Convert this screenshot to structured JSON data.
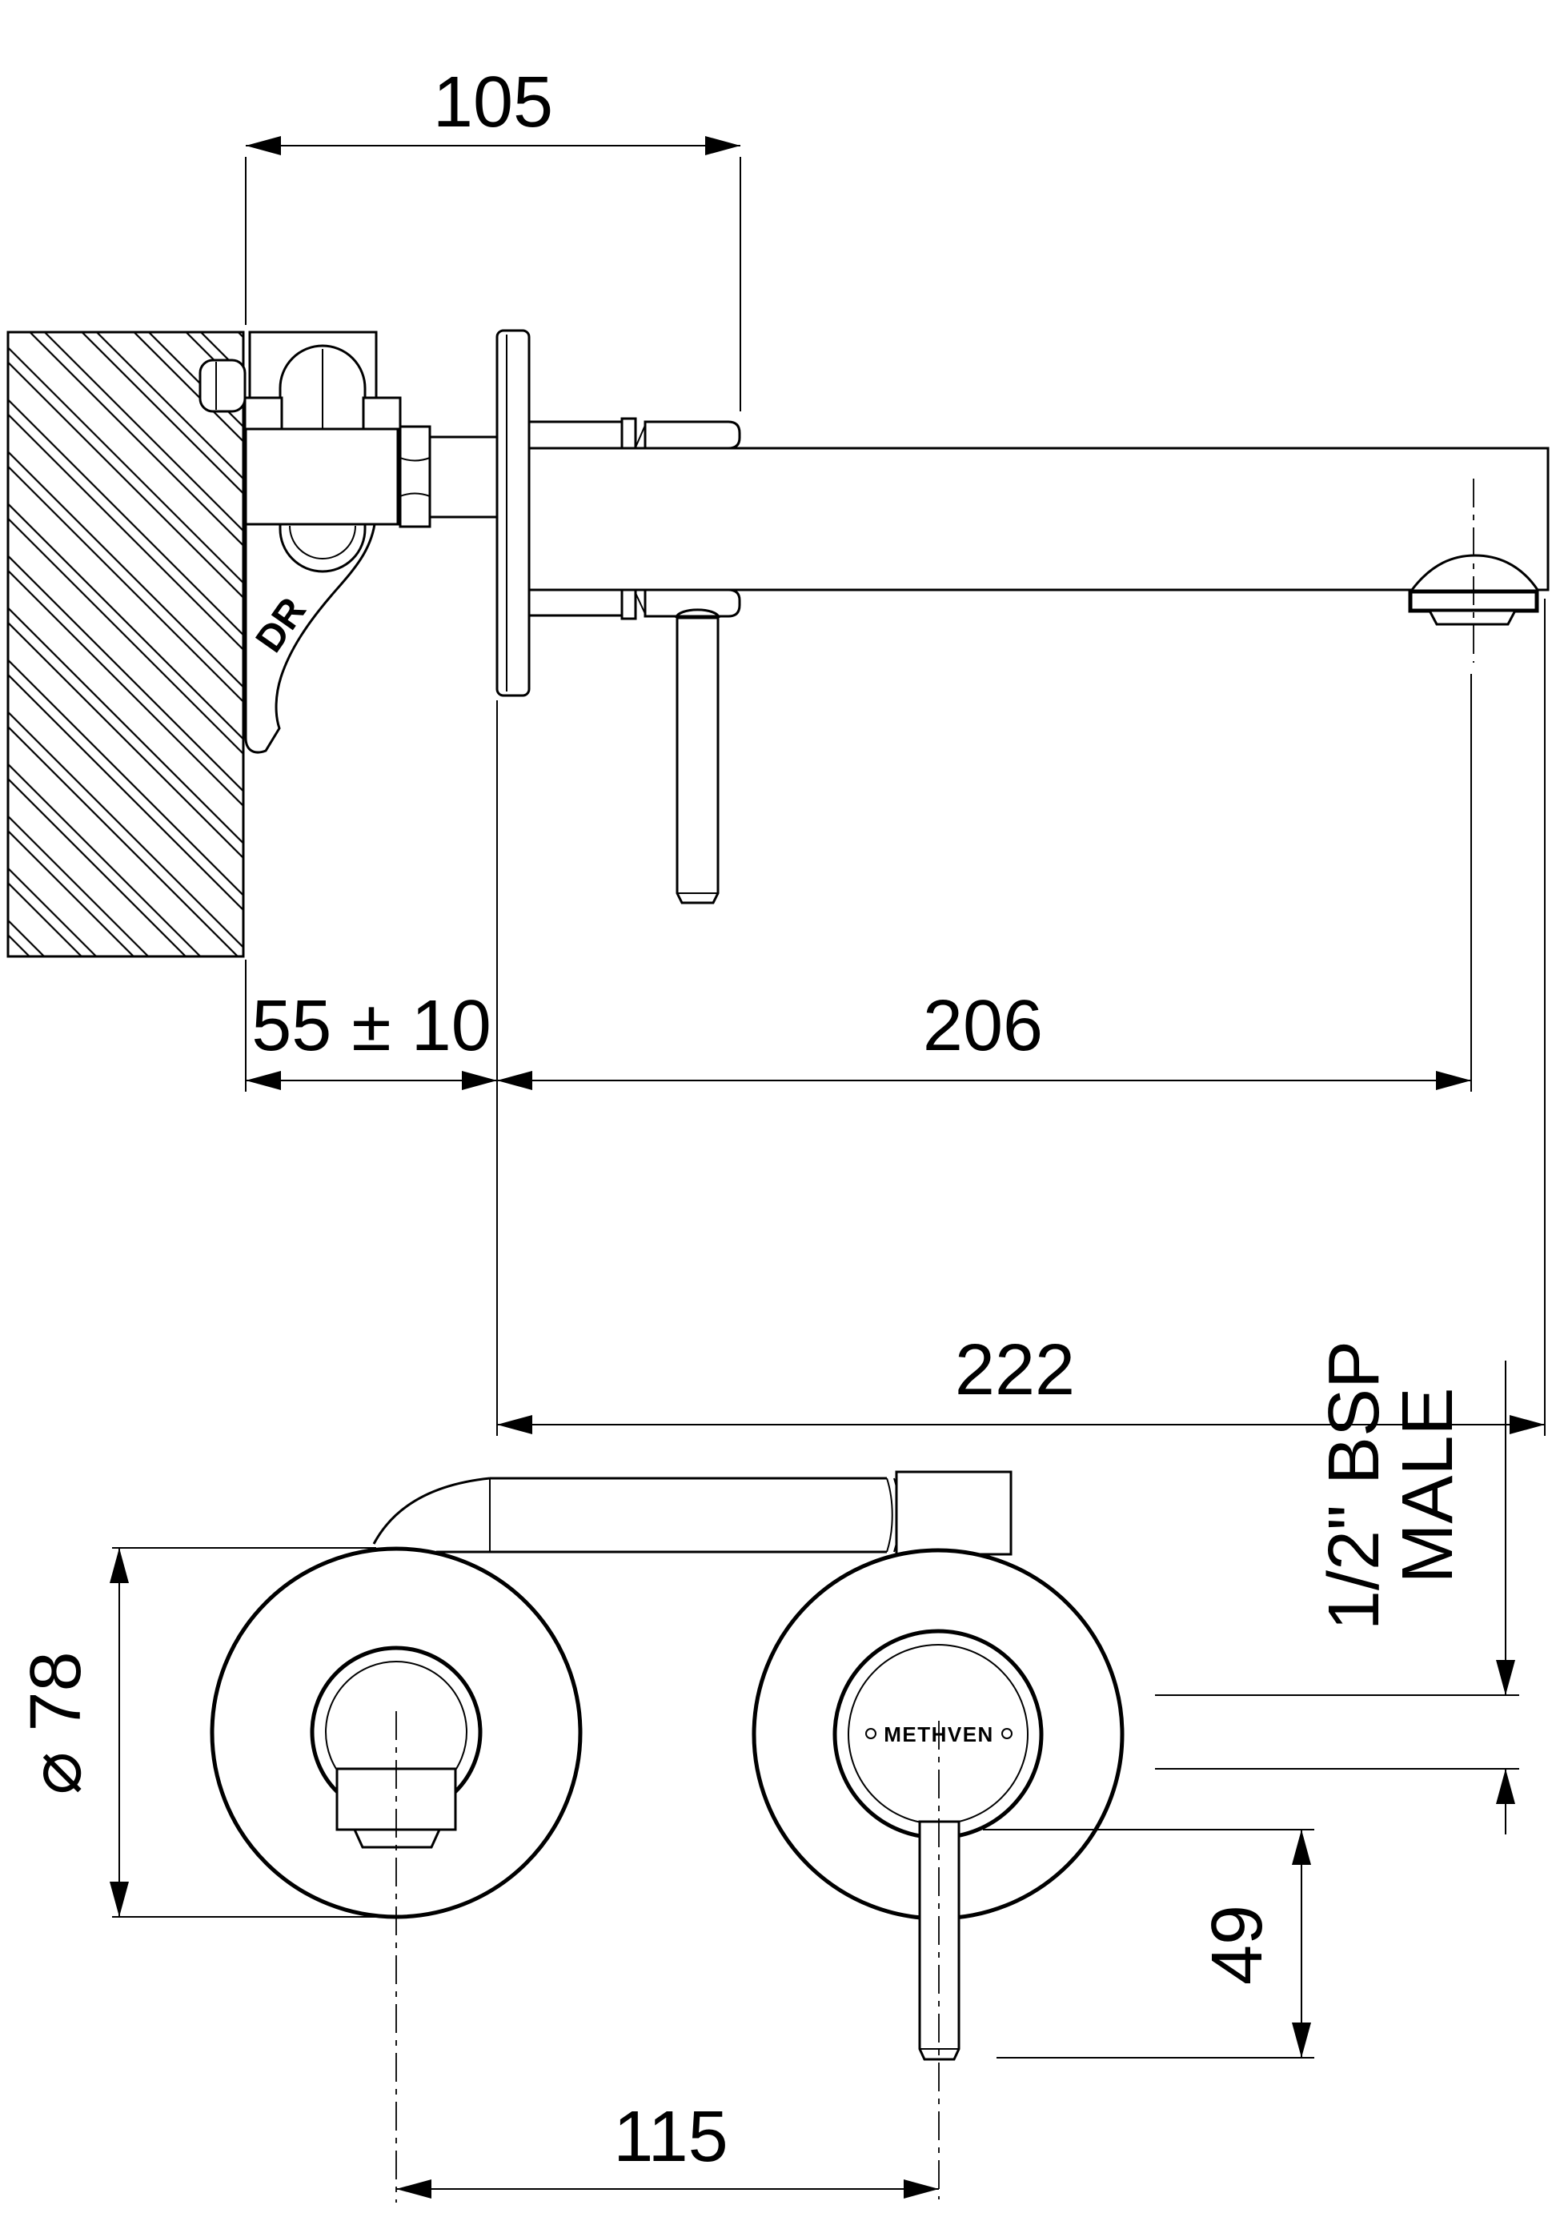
{
  "page": {
    "background": "#ffffff",
    "line_color": "#000000"
  },
  "drawing": {
    "dims": {
      "spout_offset": {
        "value": "105"
      },
      "wall_depth": {
        "value": "55 ± 10"
      },
      "reach_aerator": {
        "value": "206"
      },
      "reach_total": {
        "value": "222"
      },
      "plate_diameter": {
        "value": "⌀ 78"
      },
      "centres": {
        "value": "115"
      },
      "handle_drop": {
        "value": "49"
      },
      "thread_spec_line1": {
        "value": "1/2\" BSP"
      },
      "thread_spec_line2": {
        "value": "MALE"
      }
    },
    "labels": {
      "brand": "METHVEN",
      "body_stamp": "DR"
    }
  }
}
